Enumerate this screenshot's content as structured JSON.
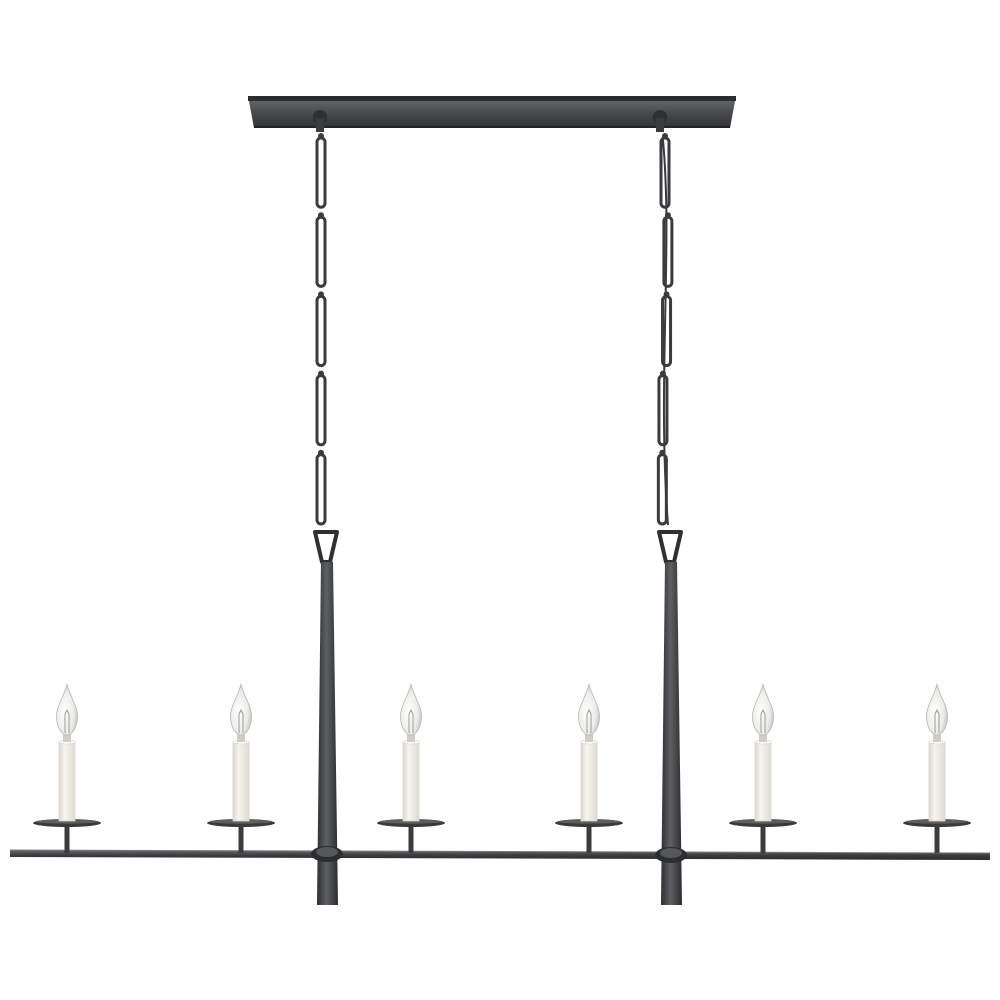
{
  "image": {
    "subject": "linear-chandelier",
    "background": "#ffffff"
  },
  "colors": {
    "iron": "#3a3b3d",
    "iron_light": "#5c5e61",
    "iron_highlight": "#8a8c8f",
    "candle_sleeve": "#f3f1ea",
    "candle_shadow": "#d9d6cc",
    "bulb_glass": "#e9e9e7",
    "bulb_filament": "#9a9a96"
  },
  "fixture": {
    "candle_count": 6,
    "chain_count": 2,
    "chain_links_per_chain": 5
  }
}
